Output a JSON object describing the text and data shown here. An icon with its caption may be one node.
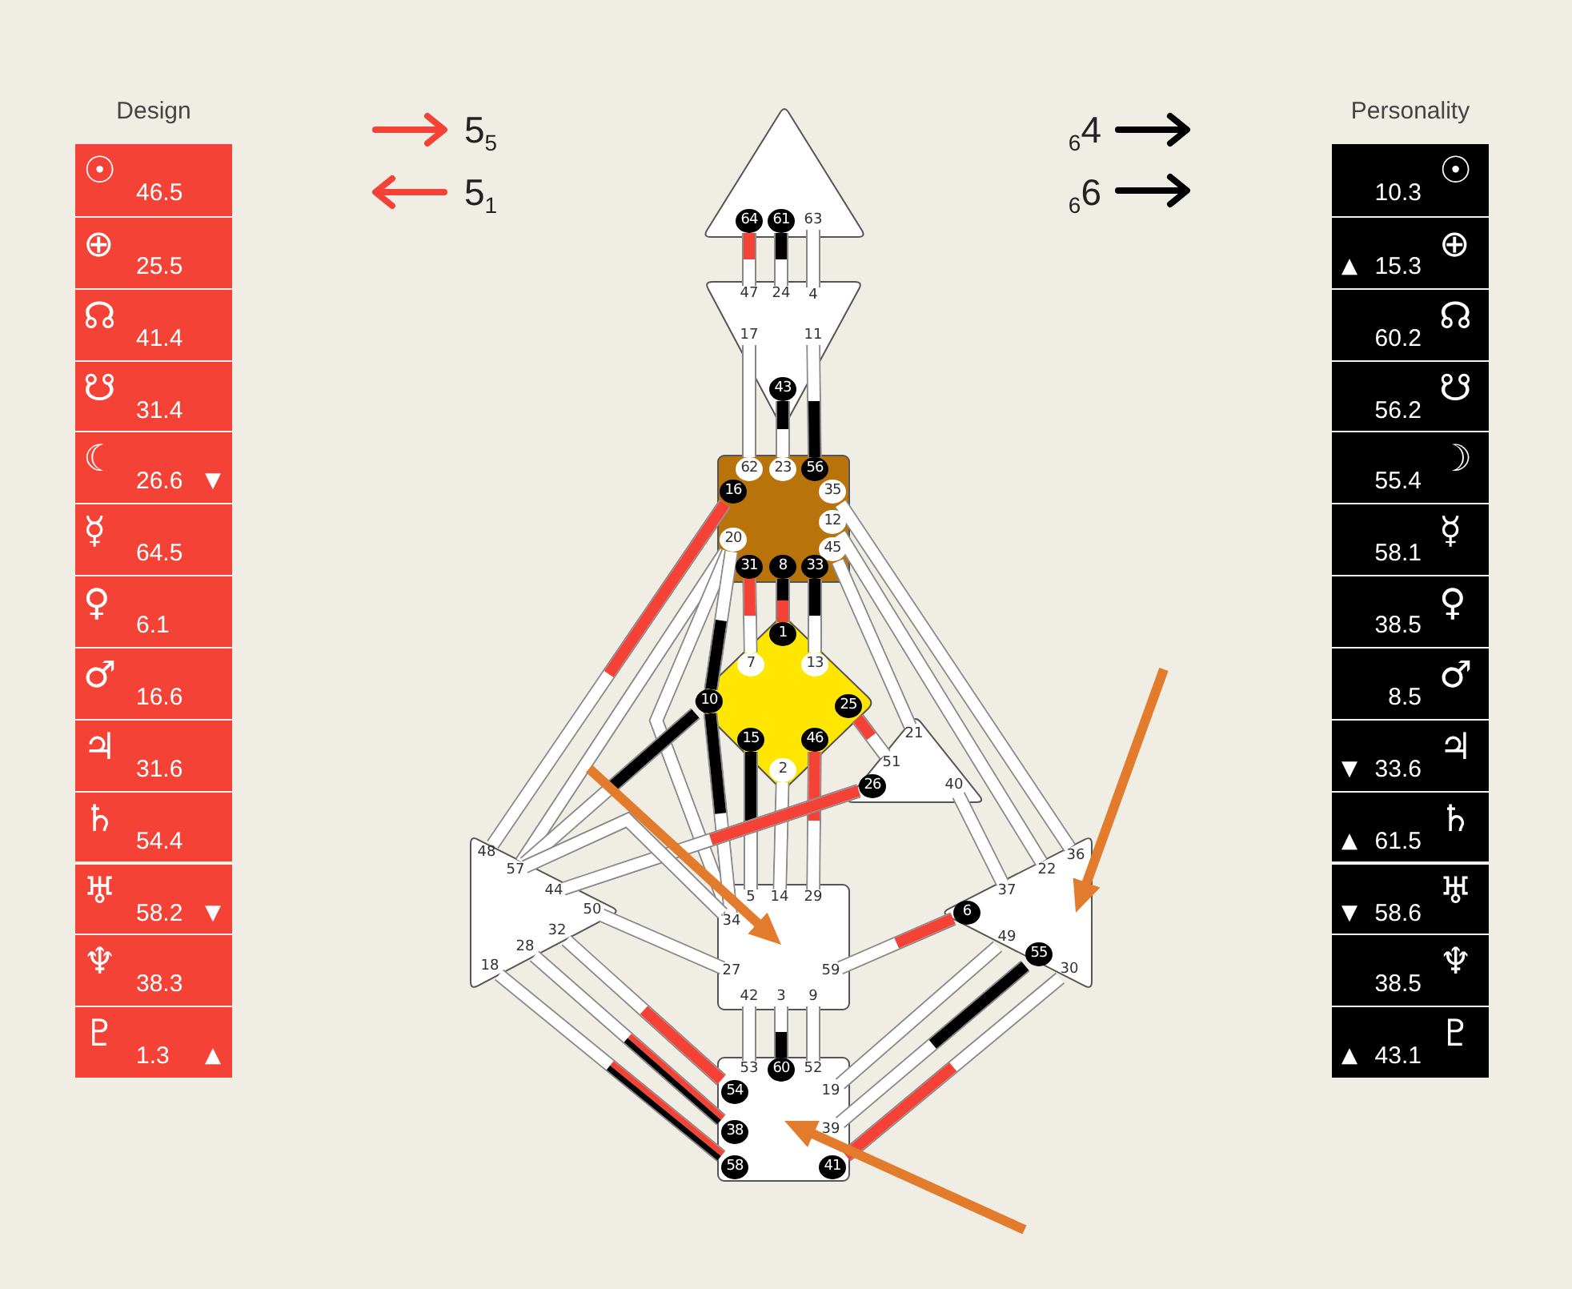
{
  "diagram": {
    "nodes": [
      {
        "text": [],
        "shape": "triangle"
      },
      {
        "text": [
          "64"
        ],
        "in": 0
      },
      {
        "text": [
          "61"
        ],
        "in": 0
      },
      {
        "text": [
          "63"
        ],
        "in": 0
      },
      {
        "text": [],
        "shape": "triangle"
      },
      {
        "text": [
          "47"
        ],
        "in": 4
      },
      {
        "text": [
          "24"
        ],
        "in": 4
      },
      {
        "text": [
          "4"
        ],
        "in": 4
      },
      {
        "text": [
          "17"
        ],
        "in": 4
      },
      {
        "text": [
          "11"
        ],
        "in": 4
      },
      {
        "text": [
          "43"
        ],
        "in": 4
      },
      {
        "text": [],
        "shape": "box"
      },
      {
        "text": [
          "62"
        ],
        "in": 11
      },
      {
        "text": [
          "23"
        ],
        "in": 11
      },
      {
        "text": [
          "56"
        ],
        "in": 11
      },
      {
        "text": [
          "16"
        ],
        "in": 11
      },
      {
        "text": [
          "35"
        ],
        "in": 11
      },
      {
        "text": [
          "12"
        ],
        "in": 11
      },
      {
        "text": [
          "45"
        ],
        "in": 11
      },
      {
        "text": [
          "20"
        ],
        "in": 11
      },
      {
        "text": [
          "31"
        ],
        "in": 11
      },
      {
        "text": [
          "8"
        ],
        "in": 11
      },
      {
        "text": [
          "33"
        ],
        "in": 11
      },
      {
        "text": [],
        "shape": "diamond"
      },
      {
        "text": [
          "1"
        ],
        "in": 23
      },
      {
        "text": [
          "7"
        ],
        "in": 23
      },
      {
        "text": [
          "13"
        ],
        "in": 23
      },
      {
        "text": [
          "10"
        ],
        "in": 23
      },
      {
        "text": [
          "25"
        ],
        "in": 23
      },
      {
        "text": [
          "15"
        ],
        "in": 23
      },
      {
        "text": [
          "46"
        ],
        "in": 23
      },
      {
        "text": [
          "2"
        ],
        "in": 23
      },
      {
        "text": [],
        "shape": "triangle"
      },
      {
        "text": [
          "21"
        ],
        "in": 32
      },
      {
        "text": [
          "51"
        ],
        "in": 32
      },
      {
        "text": [
          "26"
        ],
        "in": 32
      },
      {
        "text": [
          "40"
        ],
        "in": 32
      },
      {
        "text": [],
        "shape": "triangle"
      },
      {
        "text": [
          "48"
        ],
        "in": 37
      },
      {
        "text": [
          "57"
        ],
        "in": 37
      },
      {
        "text": [
          "44"
        ],
        "in": 37
      },
      {
        "text": [
          "50"
        ],
        "in": 37
      },
      {
        "text": [
          "32"
        ],
        "in": 37
      },
      {
        "text": [
          "28"
        ],
        "in": 37
      },
      {
        "text": [
          "18"
        ],
        "in": 37
      },
      {
        "text": [],
        "shape": "box"
      },
      {
        "text": [
          "5"
        ],
        "in": 45
      },
      {
        "text": [
          "14"
        ],
        "in": 45
      },
      {
        "text": [
          "29"
        ],
        "in": 45
      },
      {
        "text": [
          "34"
        ],
        "in": 45
      },
      {
        "text": [
          "27"
        ],
        "in": 45
      },
      {
        "text": [
          "59"
        ],
        "in": 45
      },
      {
        "text": [
          "42"
        ],
        "in": 45
      },
      {
        "text": [
          "3"
        ],
        "in": 45
      },
      {
        "text": [
          "9"
        ],
        "in": 45
      },
      {
        "text": [],
        "shape": "triangle"
      },
      {
        "text": [
          "36"
        ],
        "in": 55
      },
      {
        "text": [
          "22"
        ],
        "in": 55
      },
      {
        "text": [
          "37"
        ],
        "in": 55
      },
      {
        "text": [
          "6"
        ],
        "in": 55
      },
      {
        "text": [
          "49"
        ],
        "in": 55
      },
      {
        "text": [
          "55"
        ],
        "in": 55
      },
      {
        "text": [
          "30"
        ],
        "in": 55
      },
      {
        "text": [],
        "shape": "box"
      },
      {
        "text": [
          "53"
        ],
        "in": 63
      },
      {
        "text": [
          "60"
        ],
        "in": 63
      },
      {
        "text": [
          "52"
        ],
        "in": 63
      },
      {
        "text": [
          "54"
        ],
        "in": 63
      },
      {
        "text": [
          "38"
        ],
        "in": 63
      },
      {
        "text": [
          "58"
        ],
        "in": 63
      },
      {
        "text": [
          "19"
        ],
        "in": 63
      },
      {
        "text": [
          "39"
        ],
        "in": 63
      },
      {
        "text": [
          "41"
        ],
        "in": 63
      }
    ],
    "edges": [
      {
        "from": 1,
        "to": 5,
        "arrow": "none"
      },
      {
        "from": 2,
        "to": 6,
        "arrow": "none"
      },
      {
        "from": 3,
        "to": 7,
        "arrow": "none"
      },
      {
        "from": 8,
        "to": 12,
        "arrow": "none"
      },
      {
        "from": 10,
        "to": 13,
        "arrow": "none"
      },
      {
        "from": 9,
        "to": 14,
        "arrow": "none"
      },
      {
        "from": 15,
        "to": 38,
        "arrow": "none"
      },
      {
        "from": 19,
        "to": 39,
        "arrow": "none"
      },
      {
        "from": 19,
        "to": 49,
        "arrow": "none"
      },
      {
        "from": 19,
        "to": 27,
        "arrow": "none"
      },
      {
        "from": 20,
        "to": 25,
        "arrow": "none"
      },
      {
        "from": 21,
        "to": 24,
        "arrow": "none"
      },
      {
        "from": 22,
        "to": 26,
        "arrow": "none"
      },
      {
        "from": 16,
        "to": 56,
        "arrow": "none"
      },
      {
        "from": 17,
        "to": 57,
        "arrow": "none"
      },
      {
        "from": 18,
        "to": 33,
        "arrow": "none"
      },
      {
        "from": 27,
        "to": 49,
        "arrow": "none"
      },
      {
        "from": 27,
        "to": 39,
        "arrow": "none"
      },
      {
        "from": 29,
        "to": 46,
        "arrow": "none"
      },
      {
        "from": 31,
        "to": 47,
        "arrow": "none"
      },
      {
        "from": 30,
        "to": 48,
        "arrow": "none"
      },
      {
        "from": 28,
        "to": 34,
        "arrow": "none"
      },
      {
        "from": 35,
        "to": 40,
        "arrow": "none"
      },
      {
        "from": 36,
        "to": 58,
        "arrow": "none"
      },
      {
        "from": 39,
        "to": 49,
        "arrow": "none"
      },
      {
        "from": 41,
        "to": 50,
        "arrow": "none"
      },
      {
        "from": 51,
        "to": 59,
        "arrow": "none"
      },
      {
        "from": 52,
        "to": 64,
        "arrow": "none"
      },
      {
        "from": 53,
        "to": 65,
        "arrow": "none"
      },
      {
        "from": 54,
        "to": 66,
        "arrow": "none"
      },
      {
        "from": 42,
        "to": 67,
        "arrow": "none"
      },
      {
        "from": 43,
        "to": 68,
        "arrow": "none"
      },
      {
        "from": 44,
        "to": 69,
        "arrow": "none"
      },
      {
        "from": 60,
        "to": 70,
        "arrow": "none"
      },
      {
        "from": 61,
        "to": 71,
        "arrow": "none"
      },
      {
        "from": 62,
        "to": 72,
        "arrow": "none"
      },
      {
        "from": null,
        "to": 45,
        "arrow": "to",
        "color": "#e37b2d"
      },
      {
        "from": null,
        "to": 55,
        "arrow": "to",
        "color": "#e37b2d"
      },
      {
        "from": null,
        "to": 63,
        "arrow": "to",
        "color": "#e37b2d"
      }
    ],
    "labels": [
      "Design",
      "☉",
      "46.5",
      "⊕",
      "25.5",
      "☊",
      "41.4",
      "☋",
      "31.4",
      "☾",
      "26.6",
      "▼",
      "☿",
      "64.5",
      "♀",
      "6.1",
      "♂",
      "16.6",
      "♃",
      "31.6",
      "♄",
      "54.4",
      "♅",
      "58.2",
      "▼",
      "♆",
      "38.3",
      "♇",
      "1.3",
      "▲",
      "5$_{5}$",
      "5$_{1}$",
      "$_{6}$4",
      "$_{6}$6",
      "Personality",
      "10.3",
      "☉",
      "▲",
      "15.3",
      "⊕",
      "60.2",
      "☊",
      "56.2",
      "☋",
      "55.4",
      "☽",
      "58.1",
      "☿",
      "38.5",
      "♀",
      "8.5",
      "♂",
      "▼",
      "33.6",
      "♃",
      "▲",
      "61.5",
      "♄",
      "▼",
      "58.6",
      "♅",
      "38.5",
      "♆",
      "▲",
      "43.1",
      "♇"
    ]
  }
}
